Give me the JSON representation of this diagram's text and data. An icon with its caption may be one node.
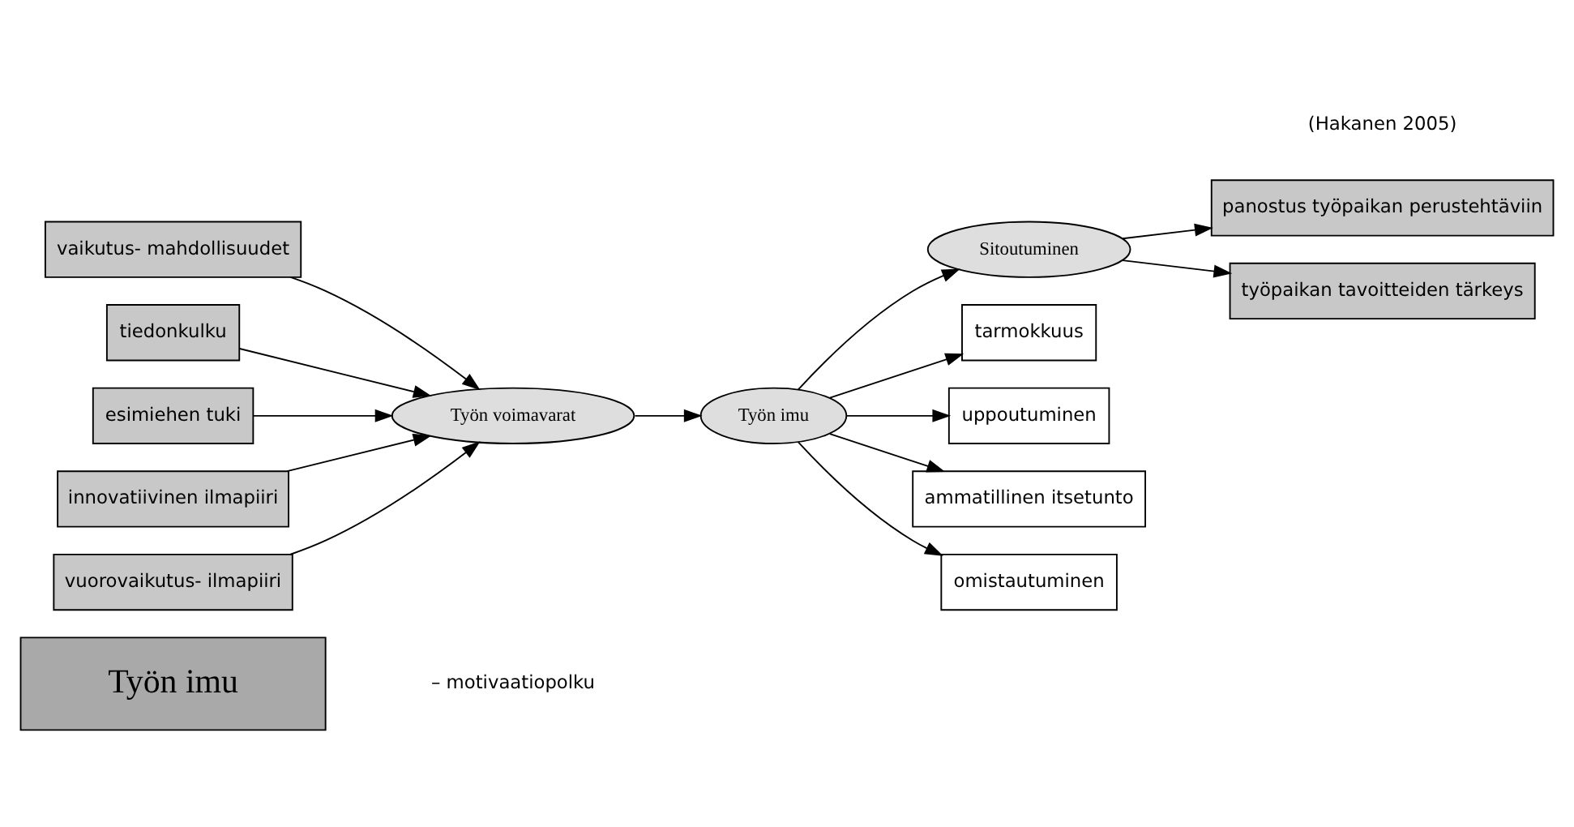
{
  "diagram": {
    "nodes": [
      {
        "text": [
          "Työn imu"
        ]
      },
      {
        "text": [
          "vaikutus- mahdollisuudet"
        ]
      },
      {
        "text": [
          "tiedonkulku"
        ]
      },
      {
        "text": [
          "esimiehen tuki"
        ]
      },
      {
        "text": [
          "innovatiivinen ilmapiiri"
        ]
      },
      {
        "text": [
          "vuorovaikutus- ilmapiiri"
        ]
      },
      {
        "text": [
          "Työn voimavarat"
        ]
      },
      {
        "text": [
          "Työn imu"
        ]
      },
      {
        "text": [
          "Sitoutuminen"
        ]
      },
      {
        "text": [
          "tarmokkuus"
        ]
      },
      {
        "text": [
          "uppoutuminen"
        ]
      },
      {
        "text": [
          "ammatillinen itsetunto"
        ]
      },
      {
        "text": [
          "omistautuminen"
        ]
      },
      {
        "text": [
          "panostus työpaikan perustehtäviin"
        ]
      },
      {
        "text": [
          "työpaikan tavoitteiden tärkeys"
        ]
      }
    ],
    "edges": [
      {
        "from": 1,
        "to": 6,
        "arrow": "to"
      },
      {
        "from": 2,
        "to": 6,
        "arrow": "to"
      },
      {
        "from": 3,
        "to": 6,
        "arrow": "to"
      },
      {
        "from": 4,
        "to": 6,
        "arrow": "to"
      },
      {
        "from": 5,
        "to": 6,
        "arrow": "to"
      },
      {
        "from": 6,
        "to": 7,
        "arrow": "to"
      },
      {
        "from": 7,
        "to": 8,
        "arrow": "to"
      },
      {
        "from": 7,
        "to": 9,
        "arrow": "to"
      },
      {
        "from": 7,
        "to": 10,
        "arrow": "to"
      },
      {
        "from": 7,
        "to": 11,
        "arrow": "to"
      },
      {
        "from": 7,
        "to": 12,
        "arrow": "to"
      },
      {
        "from": 8,
        "to": 13,
        "arrow": "to"
      },
      {
        "from": 8,
        "to": 14,
        "arrow": "to"
      }
    ],
    "labels": [
      "– motivaatiopolku",
      "(Hakanen 2005)"
    ]
  }
}
